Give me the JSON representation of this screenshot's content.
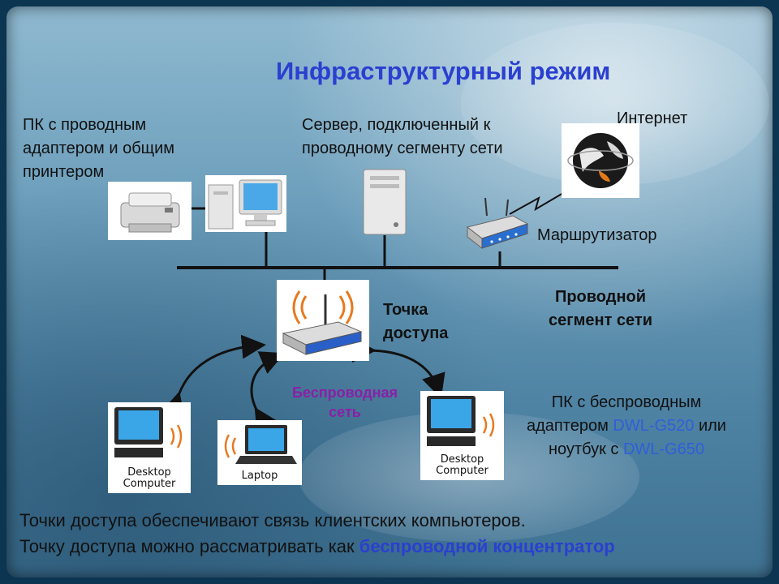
{
  "title": "Инфраструктурный режим",
  "labels": {
    "wired_pc_line1": "ПК с проводным",
    "wired_pc_line2": "адаптером и общим",
    "wired_pc_line3": "принтером",
    "server_line1": "Сервер, подключенный к",
    "server_line2": "проводному сегменту сети",
    "internet": "Интернет",
    "router": "Маршрутизатор",
    "access_point_line1": "Точка",
    "access_point_line2": "доступа",
    "wired_segment_line1": "Проводной",
    "wired_segment_line2": "сегмент сети",
    "wireless_line1": "Беспроводная",
    "wireless_line2": "сеть",
    "wireless_pc_line1": "ПК с беспроводным",
    "wireless_pc_line2_prefix": "адаптером ",
    "wireless_pc_line2_model": "DWL-G520",
    "wireless_pc_line2_suffix": " или",
    "wireless_pc_line3_prefix": "ноутбук с ",
    "wireless_pc_line3_model": "DWL-G650"
  },
  "device_cards": {
    "desktop_left_line1": "Desktop",
    "desktop_left_line2": "Computer",
    "laptop": "Laptop",
    "desktop_right_line1": "Desktop",
    "desktop_right_line2": "Computer"
  },
  "footer": {
    "line1": "Точки доступа обеспечивают связь клиентских компьютеров.",
    "line2_prefix": "Точку доступа можно рассматривать как ",
    "line2_highlight": "беспроводной концентратор"
  },
  "colors": {
    "title": "#2b3fd0",
    "wireless_label": "#8b1fa8",
    "model_text": "#2f5fd8"
  },
  "icons": [
    "printer-icon",
    "desktop-pc-icon",
    "server-icon",
    "globe-icon",
    "router-icon",
    "access-point-icon",
    "monitor-icon",
    "laptop-icon",
    "wifi-waves-icon"
  ]
}
